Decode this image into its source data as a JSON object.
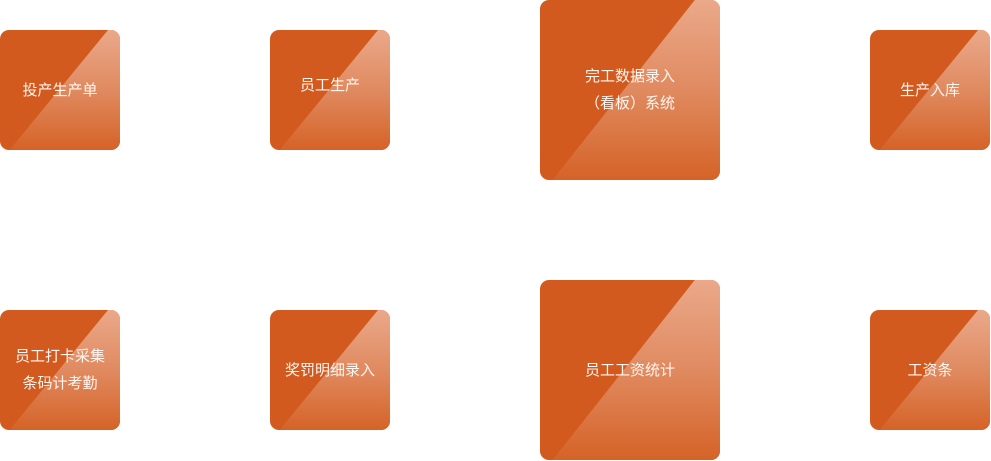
{
  "boxes": [
    {
      "label": "投产生产单"
    },
    {
      "label": "员工生产"
    },
    {
      "label": "完工数据录入\n（看板）系统"
    },
    {
      "label": "生产入库"
    },
    {
      "label": "员工打卡采集\n条码计考勤"
    },
    {
      "label": "奖罚明细录入"
    },
    {
      "label": "员工工资统计"
    },
    {
      "label": "工资条"
    }
  ],
  "colors": {
    "base": "#d25a1f",
    "highlight": "#eaa98a"
  }
}
